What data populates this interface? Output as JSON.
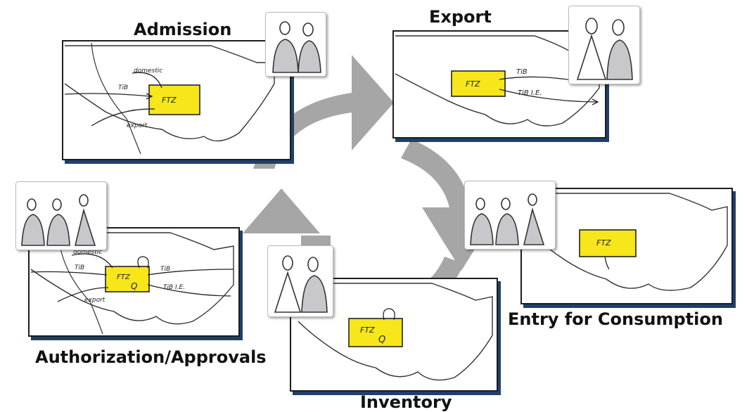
{
  "stages": [
    {
      "id": "admission",
      "title": "Admission",
      "sketch": {
        "ftz": "FTZ",
        "tib_in": "TiB",
        "domestic": "domestic",
        "export": "export"
      }
    },
    {
      "id": "export",
      "title": "Export",
      "sketch": {
        "ftz": "FTZ",
        "tib_out": "TiB",
        "tib_ie": "TiB I.E."
      }
    },
    {
      "id": "entry",
      "title": "Entry for Consumption",
      "sketch": {
        "ftz": "FTZ"
      }
    },
    {
      "id": "inventory",
      "title": "Inventory",
      "sketch": {
        "ftz": "FTZ",
        "q": "Q"
      }
    },
    {
      "id": "authorization",
      "title": "Authorization/Approvals",
      "sketch": {
        "ftz": "FTZ",
        "q": "Q",
        "tib_in": "TiB",
        "tib_out": "TiB",
        "tib_ie": "TiB I.E.",
        "domestic": "domestic",
        "export": "export"
      }
    }
  ],
  "colors": {
    "ftz_box": "#f6e61a",
    "cycle_arrows": "#a6a6a6",
    "panel_shadow": "#1f3f6e",
    "people_fill": "#c8c8cc"
  },
  "icons": [
    "two-people-icon",
    "three-people-icon"
  ]
}
